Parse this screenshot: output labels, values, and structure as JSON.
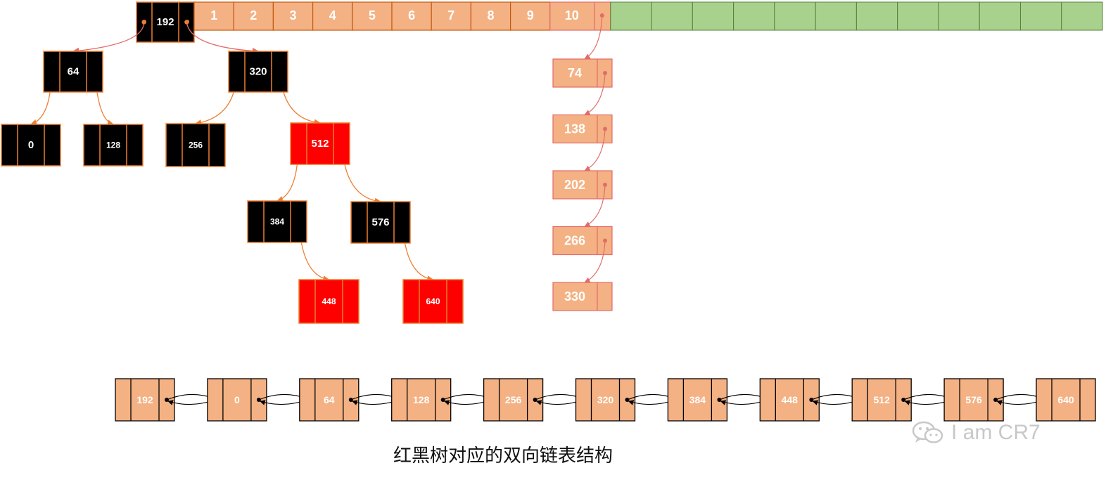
{
  "colors": {
    "black_node": "#000000",
    "red_node": "#ff0000",
    "list_node": "#f4b183",
    "empty_bucket": "#a9d18e",
    "tree_edge": "#ed7d31",
    "chain_edge": "#e26b6b",
    "list_border": "#c55a11"
  },
  "bucket_array": {
    "head": "192",
    "cells": [
      "1",
      "2",
      "3",
      "4",
      "5",
      "6",
      "7",
      "8",
      "9",
      "10"
    ],
    "empty_count": 12
  },
  "tree_nodes": [
    {
      "id": "n64",
      "label": "64",
      "color": "black"
    },
    {
      "id": "n320",
      "label": "320",
      "color": "black"
    },
    {
      "id": "n0",
      "label": "0",
      "color": "black"
    },
    {
      "id": "n128",
      "label": "128",
      "color": "black"
    },
    {
      "id": "n256",
      "label": "256",
      "color": "black"
    },
    {
      "id": "n512",
      "label": "512",
      "color": "red"
    },
    {
      "id": "n384",
      "label": "384",
      "color": "black"
    },
    {
      "id": "n576",
      "label": "576",
      "color": "black"
    },
    {
      "id": "n448",
      "label": "448",
      "color": "red"
    },
    {
      "id": "n640",
      "label": "640",
      "color": "red"
    }
  ],
  "tree_edges": [
    [
      "root",
      "n64"
    ],
    [
      "root",
      "n320"
    ],
    [
      "n64",
      "n0"
    ],
    [
      "n64",
      "n128"
    ],
    [
      "n320",
      "n256"
    ],
    [
      "n320",
      "n512"
    ],
    [
      "n512",
      "n384"
    ],
    [
      "n512",
      "n576"
    ],
    [
      "n384",
      "n448"
    ],
    [
      "n576",
      "n640"
    ]
  ],
  "chain": [
    "74",
    "138",
    "202",
    "266",
    "330"
  ],
  "linked_list": [
    "192",
    "0",
    "64",
    "128",
    "256",
    "320",
    "384",
    "448",
    "512",
    "576",
    "640"
  ],
  "caption": "红黑树对应的双向链表结构",
  "watermark": "I am CR7"
}
